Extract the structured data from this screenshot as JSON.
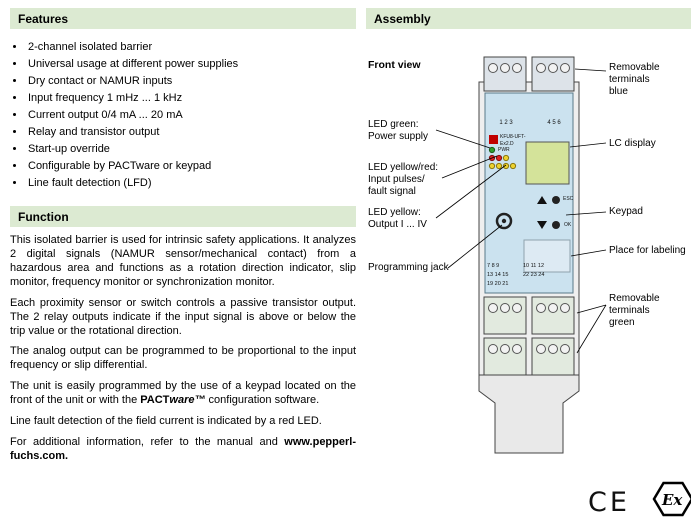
{
  "features": {
    "title": "Features",
    "items": [
      "2-channel isolated barrier",
      "Universal usage at different power supplies",
      "Dry contact or NAMUR inputs",
      "Input frequency 1 mHz ... 1 kHz",
      "Current output 0/4 mA ... 20 mA",
      "Relay and transistor output",
      "Start-up override",
      "Configurable by PACTware or keypad",
      "Line fault detection (LFD)"
    ]
  },
  "function": {
    "title": "Function",
    "p1": "This isolated barrier is used for intrinsic safety applications. It analyzes 2 digital signals (NAMUR sensor/mechanical contact) from a hazardous area and functions as a rotation direction indicator, slip monitor, frequency monitor or synchronization monitor.",
    "p2": "Each proximity sensor or switch controls a passive transistor output. The 2 relay outputs indicate if the input signal is above or below the trip value or the rotational direction.",
    "p3": "The analog output can be programmed to be proportional to the input frequency or slip differential.",
    "p4_pre": "The unit is easily programmed by the use of a keypad located on the front of the unit or with the ",
    "p4_brand_bold": "PACT",
    "p4_brand_italic": "ware™",
    "p4_post": " configuration software.",
    "p5": "Line fault detection of the field current is indicated by a red LED.",
    "p6_pre": "For additional information, refer to the manual and ",
    "p6_url": "www.pepperl-fuchs.com."
  },
  "assembly": {
    "title": "Assembly",
    "front_view": "Front view",
    "callouts": {
      "led_green": "LED green:\nPower supply",
      "led_yellow_red": "LED yellow/red:\nInput pulses/\nfault signal",
      "led_yellow": "LED yellow:\nOutput I ... IV",
      "programming_jack": "Programming jack",
      "terminals_blue": "Removable\nterminals\nblue",
      "lc_display": "LC display",
      "keypad": "Keypad",
      "labeling": "Place for labeling",
      "terminals_green": "Removable\nterminals\ngreen"
    },
    "device": {
      "model": "KFU8-UFT-\nEx2.D",
      "pwr": "PWR",
      "esc": "ESC",
      "ok": "OK",
      "terminals_top_left": "1 2 3",
      "terminals_top_right": "4 5 6",
      "terminals_mid_left": "7 8 9\n13 14 15\n19 20 21",
      "terminals_mid_right": "10 11 12\n22 23 24"
    },
    "marks": {
      "ce": "CE",
      "ex": "Ex"
    }
  }
}
